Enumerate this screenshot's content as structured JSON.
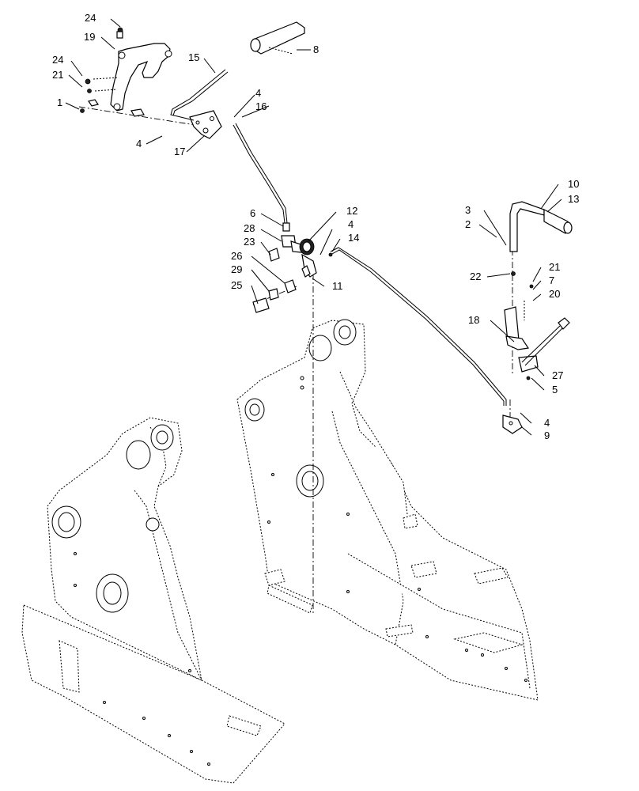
{
  "diagram": {
    "callouts": {
      "c1": "1",
      "c2": "2",
      "c3": "3",
      "c4a": "4",
      "c4b": "4",
      "c4c": "4",
      "c4d": "4",
      "c5": "5",
      "c6": "6",
      "c7": "7",
      "c8": "8",
      "c9": "9",
      "c10": "10",
      "c11": "11",
      "c12": "12",
      "c13": "13",
      "c14": "14",
      "c15": "15",
      "c16": "16",
      "c17": "17",
      "c18": "18",
      "c19": "19",
      "c20": "20",
      "c21a": "21",
      "c21b": "21",
      "c22": "22",
      "c23": "23",
      "c24a": "24",
      "c24b": "24",
      "c25": "25",
      "c26": "26",
      "c27": "27",
      "c28": "28",
      "c29": "29"
    }
  }
}
